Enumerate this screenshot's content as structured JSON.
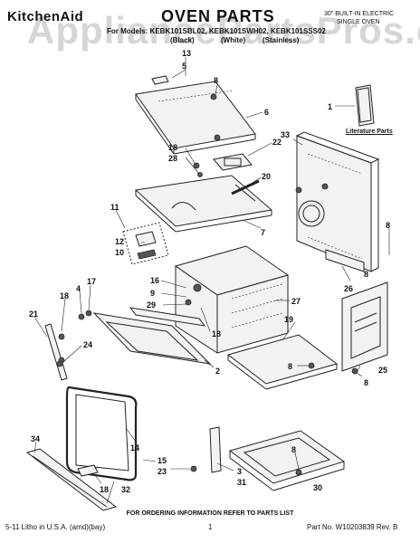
{
  "header": {
    "brand": "KitchenAid",
    "title": "OVEN PARTS",
    "subtitle_line1": "30\" BUILT-IN ELECTRIC",
    "subtitle_line2": "SINGLE OVEN",
    "for_models": "For Models: KEBK101SBL02, KEBK101SWH02, KEBK101SSS02",
    "finish_black": "(Black)",
    "finish_white": "(White)",
    "finish_stainless": "(Stainless)",
    "watermark": "AppliancePartsPros.com"
  },
  "literature": {
    "label": "Literature Parts",
    "part_number": "1"
  },
  "part_numbers": {
    "p13": "13",
    "p5a": "5",
    "p8a": "8",
    "p6": "6",
    "p33": "33",
    "p22": "22",
    "p18a": "18",
    "p28": "28",
    "p20": "20",
    "p11": "11",
    "p12": "12",
    "p10": "10",
    "p7": "7",
    "p8b": "8",
    "p26": "26",
    "p8c": "8",
    "p16": "16",
    "p9": "9",
    "p29": "29",
    "p27": "27",
    "p18b": "18",
    "p4": "4",
    "p17": "17",
    "p18c": "18",
    "p21": "21",
    "p24": "24",
    "p19": "19",
    "p2": "2",
    "p8d": "8",
    "p25": "25",
    "p8e": "8",
    "p34": "34",
    "p14": "14",
    "p15": "15",
    "p23": "23",
    "p3": "3",
    "p31": "31",
    "p8f": "8",
    "p18d": "18",
    "p32": "32",
    "p30": "30"
  },
  "footer": {
    "order_note": "FOR ORDERING INFORMATION REFER TO PARTS LIST",
    "litho": "5-11 Litho in U.S.A. (amd)(bay)",
    "page": "1",
    "part_no": "Part No. W10203839 Rev. B"
  }
}
